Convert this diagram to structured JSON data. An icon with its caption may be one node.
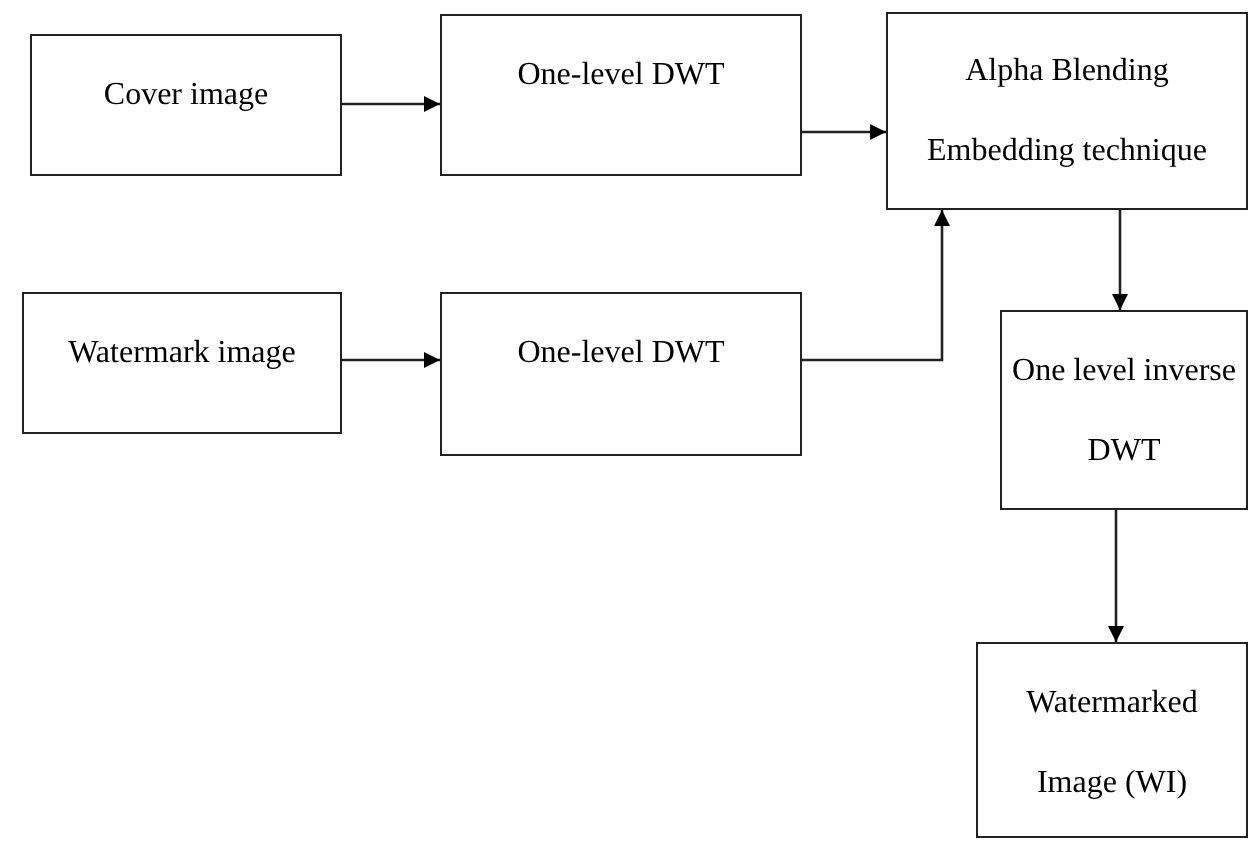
{
  "diagram": {
    "nodes": [
      {
        "text": [
          "Cover image"
        ]
      },
      {
        "text": [
          "One-level DWT"
        ]
      },
      {
        "text": [
          "Alpha Blending Embedding technique"
        ]
      },
      {
        "text": [
          "Watermark image"
        ]
      },
      {
        "text": [
          "One-level DWT"
        ]
      },
      {
        "text": [
          "One level inverse DWT"
        ]
      },
      {
        "text": [
          "Watermarked Image (WI)"
        ]
      }
    ],
    "edges": [
      {
        "from": 0,
        "to": 1,
        "arrow": "to"
      },
      {
        "from": 1,
        "to": 2,
        "arrow": "to"
      },
      {
        "from": 3,
        "to": 4,
        "arrow": "to"
      },
      {
        "from": 4,
        "to": 2,
        "arrow": "to"
      },
      {
        "from": 2,
        "to": 5,
        "arrow": "to"
      },
      {
        "from": 5,
        "to": 6,
        "arrow": "to"
      }
    ]
  }
}
